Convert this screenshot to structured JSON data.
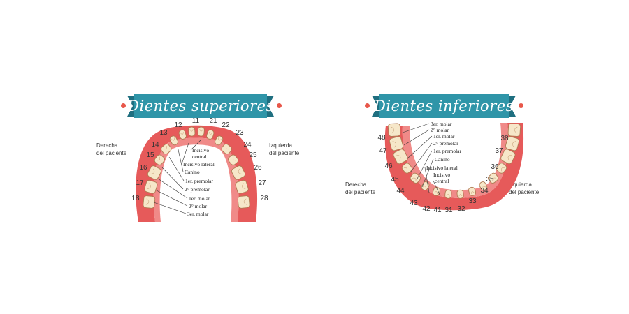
{
  "upper": {
    "title": "Dientes superiores",
    "left_label": [
      "Derecha",
      "del paciente"
    ],
    "right_label": [
      "Izquierda",
      "del paciente"
    ],
    "numbers": [
      "11",
      "12",
      "13",
      "14",
      "15",
      "16",
      "17",
      "18",
      "21",
      "22",
      "23",
      "24",
      "25",
      "26",
      "27",
      "28"
    ],
    "labels": [
      "Incisivo",
      "central",
      "Incisivo lateral",
      "Canino",
      "1er. premolar",
      "2° premolar",
      "1er. molar",
      "2° molar",
      "3er. molar"
    ]
  },
  "lower": {
    "title": "Dientes inferiores",
    "left_label": [
      "Derecha",
      "del paciente"
    ],
    "right_label": [
      "Izquierda",
      "del paciente"
    ],
    "numbers": [
      "48",
      "47",
      "46",
      "45",
      "44",
      "43",
      "42",
      "41",
      "31",
      "32",
      "33",
      "34",
      "35",
      "36",
      "37",
      "38"
    ],
    "labels": [
      "3er. molar",
      "2° molar",
      "1er. molar",
      "2° premolar",
      "1er. premolar",
      "Canino",
      "Incisivo lateral",
      "Incisivo",
      "central"
    ]
  },
  "colors": {
    "banner": "#2f95a8",
    "gum": "#e65a5a",
    "tooth": "#f6e7c9",
    "accent_dot": "#e8574a"
  }
}
